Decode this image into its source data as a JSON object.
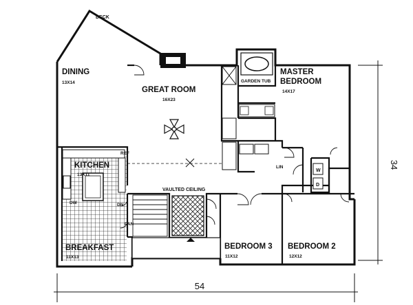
{
  "plan": {
    "deck": "DECK",
    "dining": {
      "name": "DINING",
      "size": "13X14"
    },
    "great_room": {
      "name": "GREAT ROOM",
      "size": "16X23"
    },
    "master": {
      "name1": "MASTER",
      "name2": "BEDROOM",
      "size": "14X17"
    },
    "garden_tub": "GARDEN TUB",
    "kitchen": {
      "name": "KITCHEN",
      "size": "13X11"
    },
    "breakfast": {
      "name": "BREAKFAST",
      "size": "11X13"
    },
    "vaulted": "VAULTED CEILING",
    "bedroom3": {
      "name": "BEDROOM 3",
      "size": "11X12"
    },
    "bedroom2": {
      "name": "BEDROOM 2",
      "size": "12X12"
    },
    "small": {
      "lin": "LIN",
      "dn": "DN",
      "pan": "PAN",
      "dw": "DW",
      "ref": "REF",
      "w": "W",
      "d": "D"
    },
    "dimensions": {
      "width": "54",
      "depth": "34"
    }
  }
}
